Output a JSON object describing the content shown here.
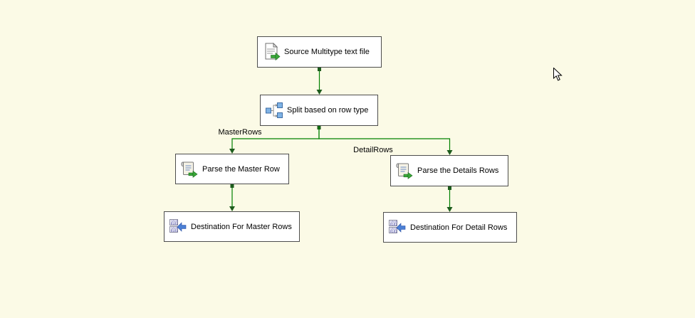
{
  "surface": {
    "background_color": "#fbfae6",
    "edge_color": "#008000",
    "node_border_color": "#4d4d4d",
    "pointer": "arrow-cursor"
  },
  "diagram": {
    "nodes": [
      {
        "id": "source",
        "icon": "flat-file-source-icon",
        "label": "Source Multitype text file"
      },
      {
        "id": "split",
        "icon": "conditional-split-icon",
        "label": "Split based on row type"
      },
      {
        "id": "parse-master",
        "icon": "script-parse-icon",
        "label": "Parse the Master Row"
      },
      {
        "id": "parse-details",
        "icon": "script-parse-icon",
        "label": "Parse the Details Rows"
      },
      {
        "id": "dest-master",
        "icon": "destination-icon",
        "label": "Destination For Master Rows"
      },
      {
        "id": "dest-detail",
        "icon": "destination-icon",
        "label": "Destination For Detail Rows"
      }
    ],
    "edges": [
      {
        "from": "source",
        "to": "split",
        "label": ""
      },
      {
        "from": "split",
        "to": "parse-master",
        "label": "MasterRows"
      },
      {
        "from": "split",
        "to": "parse-details",
        "label": "DetailRows"
      },
      {
        "from": "parse-master",
        "to": "dest-master",
        "label": ""
      },
      {
        "from": "parse-details",
        "to": "dest-detail",
        "label": ""
      }
    ]
  }
}
